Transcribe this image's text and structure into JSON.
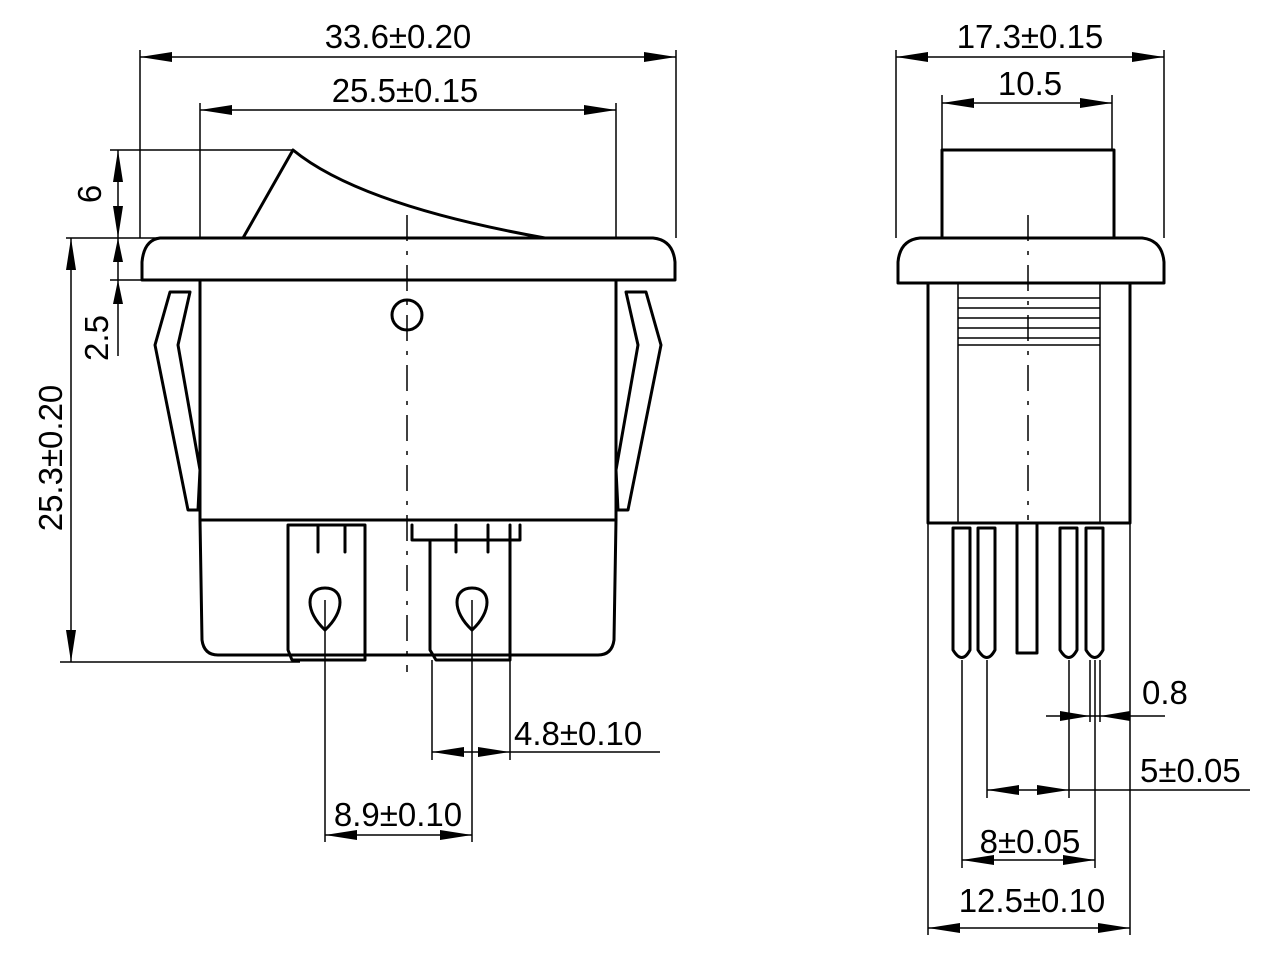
{
  "front_view": {
    "overall_width": "33.6±0.20",
    "bezel_width": "25.5±0.15",
    "rocker_height": "6",
    "flange_thickness": "2.5",
    "total_height": "25.3±0.20",
    "terminal_width": "4.8±0.10",
    "terminal_pitch": "8.9±0.10"
  },
  "side_view": {
    "overall_depth": "17.3±0.15",
    "rocker_depth": "10.5",
    "pin_diameter": "0.8",
    "pin_spacing_inner": "5±0.05",
    "pin_spacing_mid": "8±0.05",
    "pin_spacing_outer": "12.5±0.10"
  }
}
